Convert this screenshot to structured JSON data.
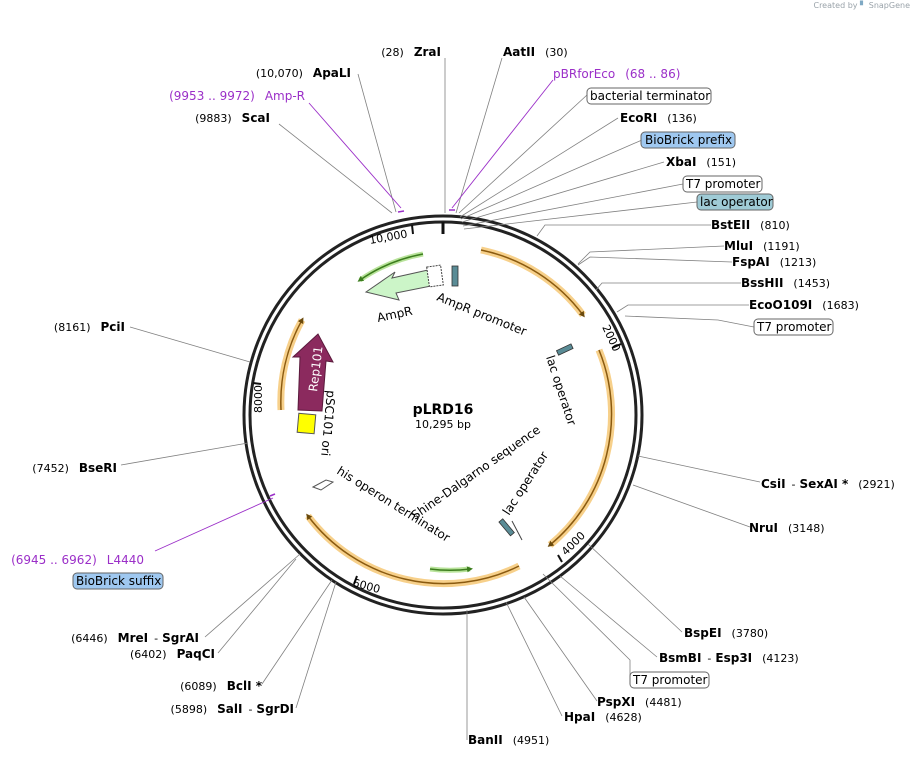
{
  "credit": {
    "prefix": "Created by",
    "brand": "SnapGene"
  },
  "plasmid": {
    "name": "pLRD16",
    "size": "10,295 bp"
  },
  "ticks": [
    "10,000",
    "2000",
    "4000",
    "6000",
    "8000"
  ],
  "enzymes": [
    {
      "name": "ZraI",
      "pos": "(28)"
    },
    {
      "name": "AatII",
      "pos": "(30)"
    },
    {
      "name": "ApaLI",
      "pos": "(10,070)"
    },
    {
      "name": "ScaI",
      "pos": "(9883)"
    },
    {
      "name": "EcoRI",
      "pos": "(136)"
    },
    {
      "name": "XbaI",
      "pos": "(151)"
    },
    {
      "name": "BstEII",
      "pos": "(810)"
    },
    {
      "name": "MluI",
      "pos": "(1191)"
    },
    {
      "name": "FspAI",
      "pos": "(1213)"
    },
    {
      "name": "BssHII",
      "pos": "(1453)"
    },
    {
      "name": "EcoO109I",
      "pos": "(1683)"
    },
    {
      "name": "PciI",
      "pos": "(8161)"
    },
    {
      "name": "BseRI",
      "pos": "(7452)"
    },
    {
      "name": "CsiI",
      "sep": "-",
      "name2": "SexAI *",
      "pos": "(2921)"
    },
    {
      "name": "NruI",
      "pos": "(3148)"
    },
    {
      "name": "BspEI",
      "pos": "(3780)"
    },
    {
      "name": "BsmBI",
      "sep": "-",
      "name2": "Esp3I",
      "pos": "(4123)"
    },
    {
      "name": "PspXI",
      "pos": "(4481)"
    },
    {
      "name": "HpaI",
      "pos": "(4628)"
    },
    {
      "name": "BanII",
      "pos": "(4951)"
    },
    {
      "name": "MreI",
      "sep": "-",
      "name2": "SgrAI",
      "pos": "(6446)"
    },
    {
      "name": "PaqCI",
      "pos": "(6402)"
    },
    {
      "name": "BclI *",
      "pos": "(6089)"
    },
    {
      "name": "SalI",
      "sep": "-",
      "name2": "SgrDI",
      "pos": "(5898)"
    }
  ],
  "primers": [
    {
      "name": "pBRforEco",
      "range": "(68 .. 86)"
    },
    {
      "name": "Amp-R",
      "range": "(9953 .. 9972)"
    },
    {
      "name": "L4440",
      "range": "(6945 .. 6962)"
    }
  ],
  "boxed_features": [
    {
      "label": "bacterial terminator",
      "fill": "#ffffff"
    },
    {
      "label": "BioBrick prefix",
      "fill": "#9fc8f0"
    },
    {
      "label": "T7 promoter",
      "fill": "#ffffff"
    },
    {
      "label": "lac operator",
      "fill": "#9fcbd6"
    },
    {
      "label": "T7 promoter",
      "fill": "#ffffff"
    },
    {
      "label": "T7 promoter",
      "fill": "#ffffff"
    },
    {
      "label": "BioBrick suffix",
      "fill": "#9fc8f0"
    }
  ],
  "inner_labels": {
    "ampr": "AmpR",
    "ampr_promoter": "AmpR promoter",
    "lac_operator_1": "lac operator",
    "lac_operator_2": "lac operator",
    "shine_dalgarno": "Shine-Dalgarno sequence",
    "his_terminator": "his operon terminator",
    "psc101_ori": "pSC101 ori",
    "rep101": "Rep101"
  },
  "colors": {
    "ampr_fill": "#ccf5c8",
    "rep101_fill": "#8b2a5e",
    "ori_fill": "#ffff00",
    "orf_arc": "#f7d08a",
    "orf_core": "#8a5a10",
    "green_arc": "#4a9e2a",
    "primer": "#9b2fc8",
    "line": "#808080"
  }
}
